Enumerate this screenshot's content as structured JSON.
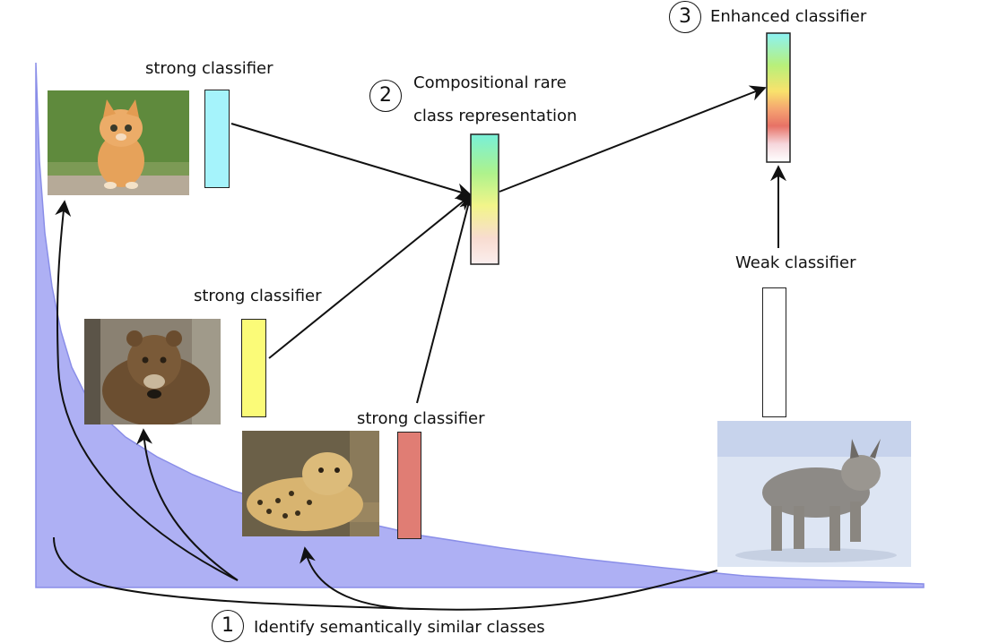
{
  "labels": {
    "strong_1": "strong classifier",
    "strong_2": "strong classifier",
    "strong_3": "strong classifier",
    "weak": "Weak classifier",
    "compositional_line1": "Compositional rare",
    "compositional_line2": "class representation",
    "enhanced": "Enhanced classifier",
    "identify": "Identify semantically similar classes"
  },
  "steps": {
    "step1": "1",
    "step2": "2",
    "step3": "3"
  },
  "colors": {
    "distribution_fill": "#aeb0f4",
    "distribution_edge": "#8a8ee8",
    "kitten_bar": "#a5f3fb",
    "lioness_bar": "#fbfb78",
    "cheetah_bar": "#e07d74",
    "weak_bar": "#ffffff"
  },
  "images": {
    "kitten": "kitten photo",
    "lioness": "lioness photo",
    "cheetah": "cheetah photo",
    "lynx": "lynx photo"
  }
}
